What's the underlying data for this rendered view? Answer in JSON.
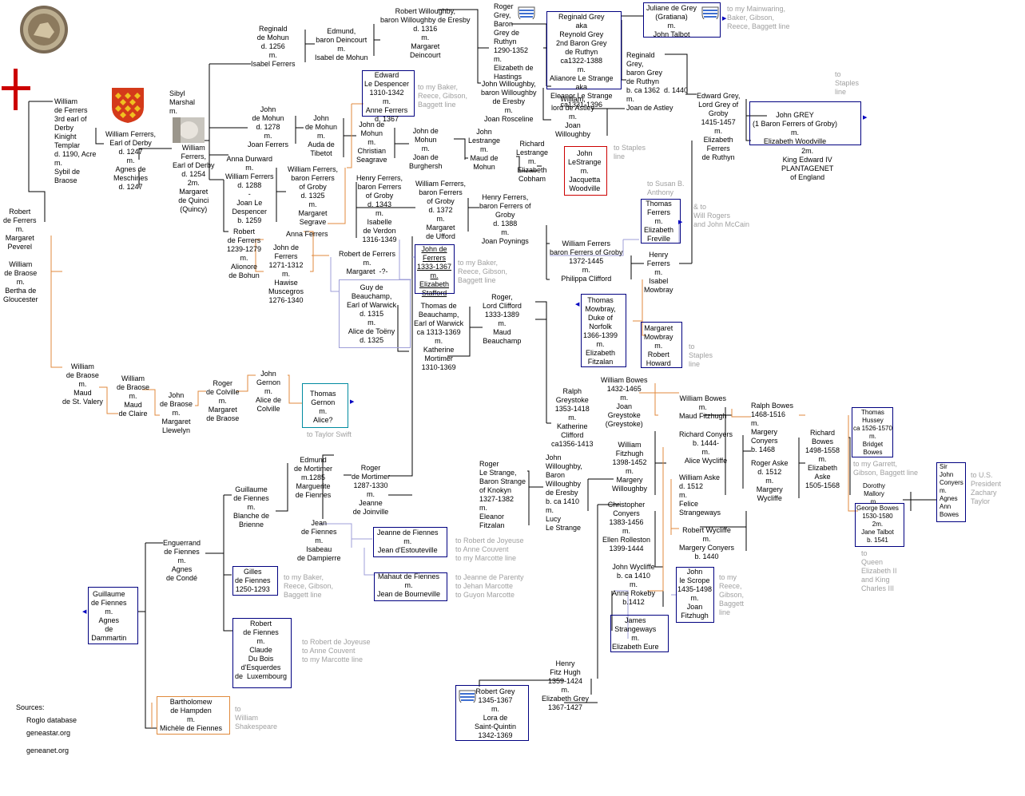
{
  "colors": {
    "line": "#000000",
    "orange": "#e08a3c",
    "lavender": "#9f9fd8",
    "blue_box": "#000080",
    "red_box": "#cc0000",
    "teal_box": "#008ba0",
    "note": "#a0a0a0",
    "templar_cross": "#cc0000",
    "arms_red": "#d43a1a",
    "arms_gold": "#f0c020"
  },
  "persons": {
    "william_ferrers_3rd": "William\nde Ferrers\n3rd earl of\nDerby\nKinight\nTemplar\nd. 1190, Acre\nm.\nSybil de\nBraose",
    "robert_ferrers_peverel": "Robert\nde Ferrers\nm.\nMargaret\nPeverel",
    "william_braose_bertha": "William\nde Braose\nm.\nBertha de\nGloucester",
    "william_ferrers_meschines": "William Ferrers,\nEarl of Derby\nd. 1247\nm.\nAgnes de\nMeschines\nd. 1247",
    "sibyl_marshal": "Sibyl\nMarshal\nm.",
    "william_ferrers_1254": "William\nFerrers,\nEarl of Derby\nd. 1254\n2m.\nMargaret\nde Quinci\n(Quincy)",
    "reginald_mohun_1256": "Reginald\nde Mohun\nd. 1256\nm.\nIsabel Ferrers",
    "edmund_deincourt": "Edmund,\nbaron Deincourt\nm.\nIsabel de Mohun",
    "robert_willoughby_1316": "Robert Willoughby,\nbaron Willoughby de Eresby\nd. 1316\nm.\nMargaret\nDeincourt",
    "roger_grey_ruthyn": "Roger\nGrey,\nBaron\nGrey de\nRuthyn\n1290-1352\nm.\nElizabeth de\nHastings",
    "reginald_grey_2nd": "Reginald Grey\naka\nReynold Grey\n2nd Baron Grey\nde Ruthyn\nca1322-1388\nm.\nAlianore Le Strange\naka\nEleanor Le Strange\nca1331-1396",
    "juliane_grey": "Juliane de Grey\n(Gratiana)\nm.\nJohn Talbot",
    "john_mohun_1278": "John\nde Mohun\nd. 1278\nm.\nJoan Ferrers",
    "john_mohun_tibetot": "John\nde Mohun\nm.\nAuda de\nTibetot",
    "edward_despencer": "Edward\nLe Despencer\n1310-1342\nm.\nAnne Ferrers\nd. 1367",
    "john_mohun_seagrave": "John de\nMohun\nm.\nChristian\nSeagrave",
    "john_mohun_burghersh": "John de\nMohun\nm.\nJoan de\nBurghersh",
    "john_willoughby_roscelline": "John Willoughby,\nbaron Willoughby\nde Eresby\nm.\nJoan Rosceline",
    "william_astley": "William,\nlord de Astley\nm.\nJoan\nWilloughby",
    "reginald_grey_astley": "Reginald\nGrey,\nbaron Grey\nde Ruthyn\nb. ca 1362  d. 1440\nm.\nJoan de Astley",
    "edward_grey_groby": "Edward Grey,\nLord Grey of\nGroby\n1415-1457\nm.\nElizabeth\nFerrers\nde Ruthyn",
    "john_grey_woodville": "John GREY\n(1 Baron Ferrers of Groby)\nm.\nElizabeth Woodville",
    "edward_iv": "2m.\nKing Edward IV\nPLANTAGENET\nof England",
    "john_lestrange_mohun": "John\nLestrange\nm.\nMaud de\nMohun",
    "richard_lestrange": "Richard\nLestrange\nm.\nElizabeth\nCobham",
    "john_lestrange_woodville": "John\nLeStrange\nm.\nJacquetta\nWoodville",
    "anna_durward": "Anna Durward\nm.\nWilliam Ferrers\nd. 1288\n-\nJoan Le\nDespencer\nb. 1259",
    "william_ferrers_segrave": "William Ferrers,\nbaron Ferrers\nof Groby\nd. 1325\nm.\nMargaret\nSegrave",
    "anna_ferrers": "Anna Ferrers",
    "henry_ferrers_1343": "Henry Ferrers,\nbaron Ferrers\nof Groby\nd. 1343\nm.\nIsabelle\nde Verdon\n1316-1349",
    "william_ferrers_ufford": "William Ferrers,\nbaron Ferrers\nof Groby\nd. 1372\nm.\nMargaret\nde Ufford",
    "henry_ferrers_poynings": "Henry Ferrers,\nbaron Ferrers of\nGroby\nd. 1388\nm.\nJoan Poynings",
    "william_ferrers_clifford": "William Ferrers\nbaron Ferrers of Groby\n1372-1445\nm.\nPhilippa Clifford",
    "thomas_ferrers_freville": "Thomas\nFerrers\nm.\nElizabeth\nFreville",
    "henry_ferrers_mowbray": "Henry\nFerrers\nm.\nIsabel\nMowbray",
    "robert_ferrers_bohun": "Robert\nde Ferrers\n1239-1279\nm.\nAlionore\nde Bohun",
    "john_ferrers_muscegros": "John de\nFerrers\n1271-1312\nm.\nHawise\nMuscegros\n1276-1340",
    "robert_ferrers_margaret": "Robert de Ferrers\nm.\nMargaret  -?-",
    "john_ferrers_stafford": "John de\nFerrers\n1333-1367\nm.\nElizabeth\nStafford",
    "guy_beauchamp": "Guy de\nBeauchamp,\nEarl of Warwick\nd. 1315\nm.\nAlice de Toëny\nd. 1325",
    "thomas_beauchamp": "Thomas de\nBeauchamp,\nEarl of Warwick\nca 1313-1369\nm.\nKatherine\nMortimer\n1310-1369",
    "roger_clifford": "Roger,\nLord Clifford\n1333-1389\nm.\nMaud\nBeauchamp",
    "thomas_mowbray": "Thomas\nMowbray,\nDuke of\nNorfolk\n1366-1399\nm.\nElizabeth\nFitzalan",
    "margaret_mowbray": "Margaret\nMowbray\nm.\nRobert\nHoward",
    "ralph_greystoke": "Ralph\nGreystoke\n1353-1418\nm.\nKatherine\nClifford\nca1356-1413",
    "william_bowes_1432": "William Bowes\n1432-1465\nm.\nJoan\nGreystoke\n(Greystoke)",
    "william_bowes_fitzhugh": "William Bowes\nm.\nMaud Fitzhugh",
    "ralph_bowes": "Ralph Bowes\n1468-1516\nm.\nMargery\nConyers\nb. 1468",
    "richard_bowes": "Richard\nBowes\n1498-1558\nm.\nElizabeth\nAske\n1505-1568",
    "thomas_hussey": "Thomas\nHussey\nca 1526-1570\nm.\nBridget\nBowes",
    "dorothy_mallory": "Dorothy\nMallory\nm.",
    "george_bowes": "George Bowes\n1530-1580\n2m.\nJane Talbot\nb. 1541",
    "sir_john_conyers": "Sir\nJohn\nConyers\nm.\nAgnes\nAnn\nBowes",
    "william_braose_stvalery": "William\nde Braose\nm.\nMaud\nde St. Valery",
    "william_braose_clare": "William\nde Braose\nm.\nMaud\nde Claire",
    "john_braose_llewelyn": "John\nde Braose\nm.\nMargaret\nLlewelyn",
    "roger_colville": "Roger\nde Colville\nm.\nMargaret\nde Braose",
    "john_gernon": "John\nGernon\nm.\nAlice de\nColville",
    "thomas_gernon": "Thomas\nGernon\nm.\nAlice?",
    "edmund_mortimer": "Edmund\nde Mortimer\nm.1285\nMarguerite\nde Fiennes",
    "roger_mortimer_joinville": "Roger\nde Mortimer\n1287-1330\nm.\nJeanne\nde Joinville",
    "roger_lestrange_knokyn": "Roger\nLe Strange,\nBaron Strange\nof Knokyn\n1327-1382\nm.\nEleanor\nFitzalan",
    "john_willoughby_1410": "John\nWilloughby,\nBaron\nWilloughby\nde Eresby\nb. ca 1410\nm.\nLucy\nLe Strange",
    "william_fitzhugh": "William\nFitzhugh\n1398-1452\nm.\nMargery\nWilloughby",
    "richard_conyers": "Richard Conyers\nb. 1444-\nm.\nAlice Wycliffe",
    "william_aske": "William Aske\nd. 1512\nm.\nFelice\nStrangeways",
    "roger_aske": "Roger Aske\nd. 1512\nm.\nMargery\nWycliffe",
    "christopher_conyers": "Christopher\nConyers\n1383-1456\nm.\nEllen Rolleston\n1399-1444",
    "robert_wycliffe": "Robert Wycliffe\nm.\nMargery Conyers\nb. 1440",
    "john_wycliffe": "John Wycliffe\nb. ca 1410\nm.\nAnne Rokeby\nb.1412",
    "john_scrope": "John\nle Scrope\n1435-1498\nm.\nJoan\nFitzhugh",
    "james_strangeways": "James\nStrangeways\nm.\nElizabeth Eure",
    "henry_fitzhugh": "Henry\nFitz Hugh\n1359-1424\nm.\nElizabeth Grey\n1367-1427",
    "robert_grey_1345": "Robert Grey\n1345-1367\nm.\nLora de\nSaint-Quintin\n1342-1369",
    "guillaume_fiennes_brienne": "Guillaume\nde Fiennes\nm.\nBlanche de\nBrienne",
    "jean_fiennes_dampierre": "Jean\nde Fiennes\nm.\nIsabeau\nde Dampierre",
    "jeanne_fiennes": "Jeanne de Fiennes\nm.\nJean d'Estouteville",
    "mahaut_fiennes": "Mahaut de Fiennes\nm.\nJean de Bourneville",
    "enguerrand_fiennes": "Enguerrand\nde Fiennes\nm.\nAgnes\nde Condé",
    "gilles_fiennes": "Gilles\nde Fiennes\n1250-1293",
    "robert_fiennes": "Robert\nde Fiennes\nm.\nClaude\nDu Bois\nd'Esquerdes\nde  Luxembourg",
    "guillaume_fiennes_dammartin": "Guillaume\nde Fiennes\nm.\nAgnes\nde\nDammartin",
    "bartholomew_hampden": "Bartholomew\nde Hampden\nm.\nMichèle de Fiennes"
  },
  "notes": {
    "mainwaring": "to my Mainwaring,\nBaker, Gibson,\nReece, Baggett line",
    "baker_despencer": "to my Baker,\nReece, Gibson,\nBaggett line",
    "staples_1": "to\nStaples\nline",
    "staples_lestrange": "to Staples\nline",
    "susan_anthony": "to Susan B.\nAnthony",
    "will_rogers": "& to\nWill Rogers\nand John McCain",
    "baker_ferrers": "to my Baker,\nReece, Gibson,\nBaggett line",
    "staples_mowbray": "to\nStaples\nline",
    "taylor_swift": "to Taylor Swift",
    "garrett": "to my Garrett,\nGibson, Baggett line",
    "zachary_taylor": "to U.S.\nPresident\nZachary\nTaylor",
    "queen_elizabeth": "to\nQueen\nElizabeth II\nand King\nCharles III",
    "reece_scrope": "to my\nReece,\nGibson,\nBaggett\nline",
    "joyeuse_1": "to Robert de Joyeuse\nto Anne Couvent\nto my Marcotte line",
    "parenty": "to Jeanne de Parenty\nto Jehan Marcotte\nto Guyon Marcotte",
    "baker_gilles": "to my Baker,\nReece, Gibson,\nBaggett line",
    "joyeuse_2": "to Robert de Joyeuse\nto Anne Couvent\nto my Marcotte line",
    "shakespeare": "to\nWilliam\nShakespeare"
  },
  "sources": {
    "title": "Sources:",
    "items": [
      "Roglo database",
      "geneastar.org",
      "geneanet.org"
    ]
  }
}
